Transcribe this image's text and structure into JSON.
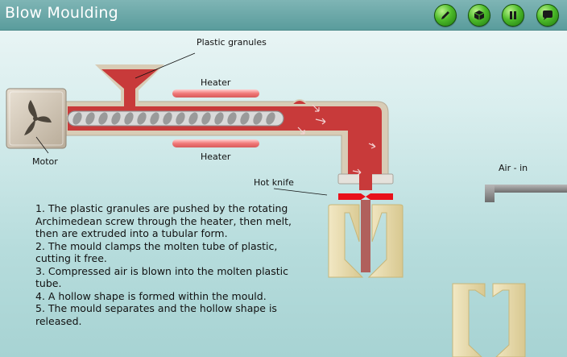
{
  "header": {
    "title": "Blow Moulding",
    "buttons": [
      {
        "name": "edit-button",
        "icon": "pencil-icon"
      },
      {
        "name": "box-button",
        "icon": "box-icon"
      },
      {
        "name": "pause-button",
        "icon": "pause-icon"
      },
      {
        "name": "comment-button",
        "icon": "speech-bubble-icon"
      }
    ]
  },
  "labels": {
    "plastic_granules": "Plastic granules",
    "heater_top": "Heater",
    "heater_bottom": "Heater",
    "motor": "Motor",
    "hot_knife": "Hot knife",
    "air_in": "Air - in"
  },
  "instructions": [
    "1. The plastic granules are pushed by the rotating Archimedean screw through the heater, then melt, then are extruded into a tubular form.",
    "2. The mould clamps the molten tube of plastic, cutting it free.",
    "3. Compressed air is blown into the molten plastic tube.",
    "4. A hollow shape is formed within the mould.",
    "5. The mould separates and the hollow shape is released."
  ],
  "colors": {
    "molten_plastic": "#c83a3a",
    "heater": "#f08a8a",
    "knife": "#e8101a",
    "mould": "#e6d9a8",
    "title_bar": "#6aa8a8",
    "button_green": "#3fae22"
  }
}
